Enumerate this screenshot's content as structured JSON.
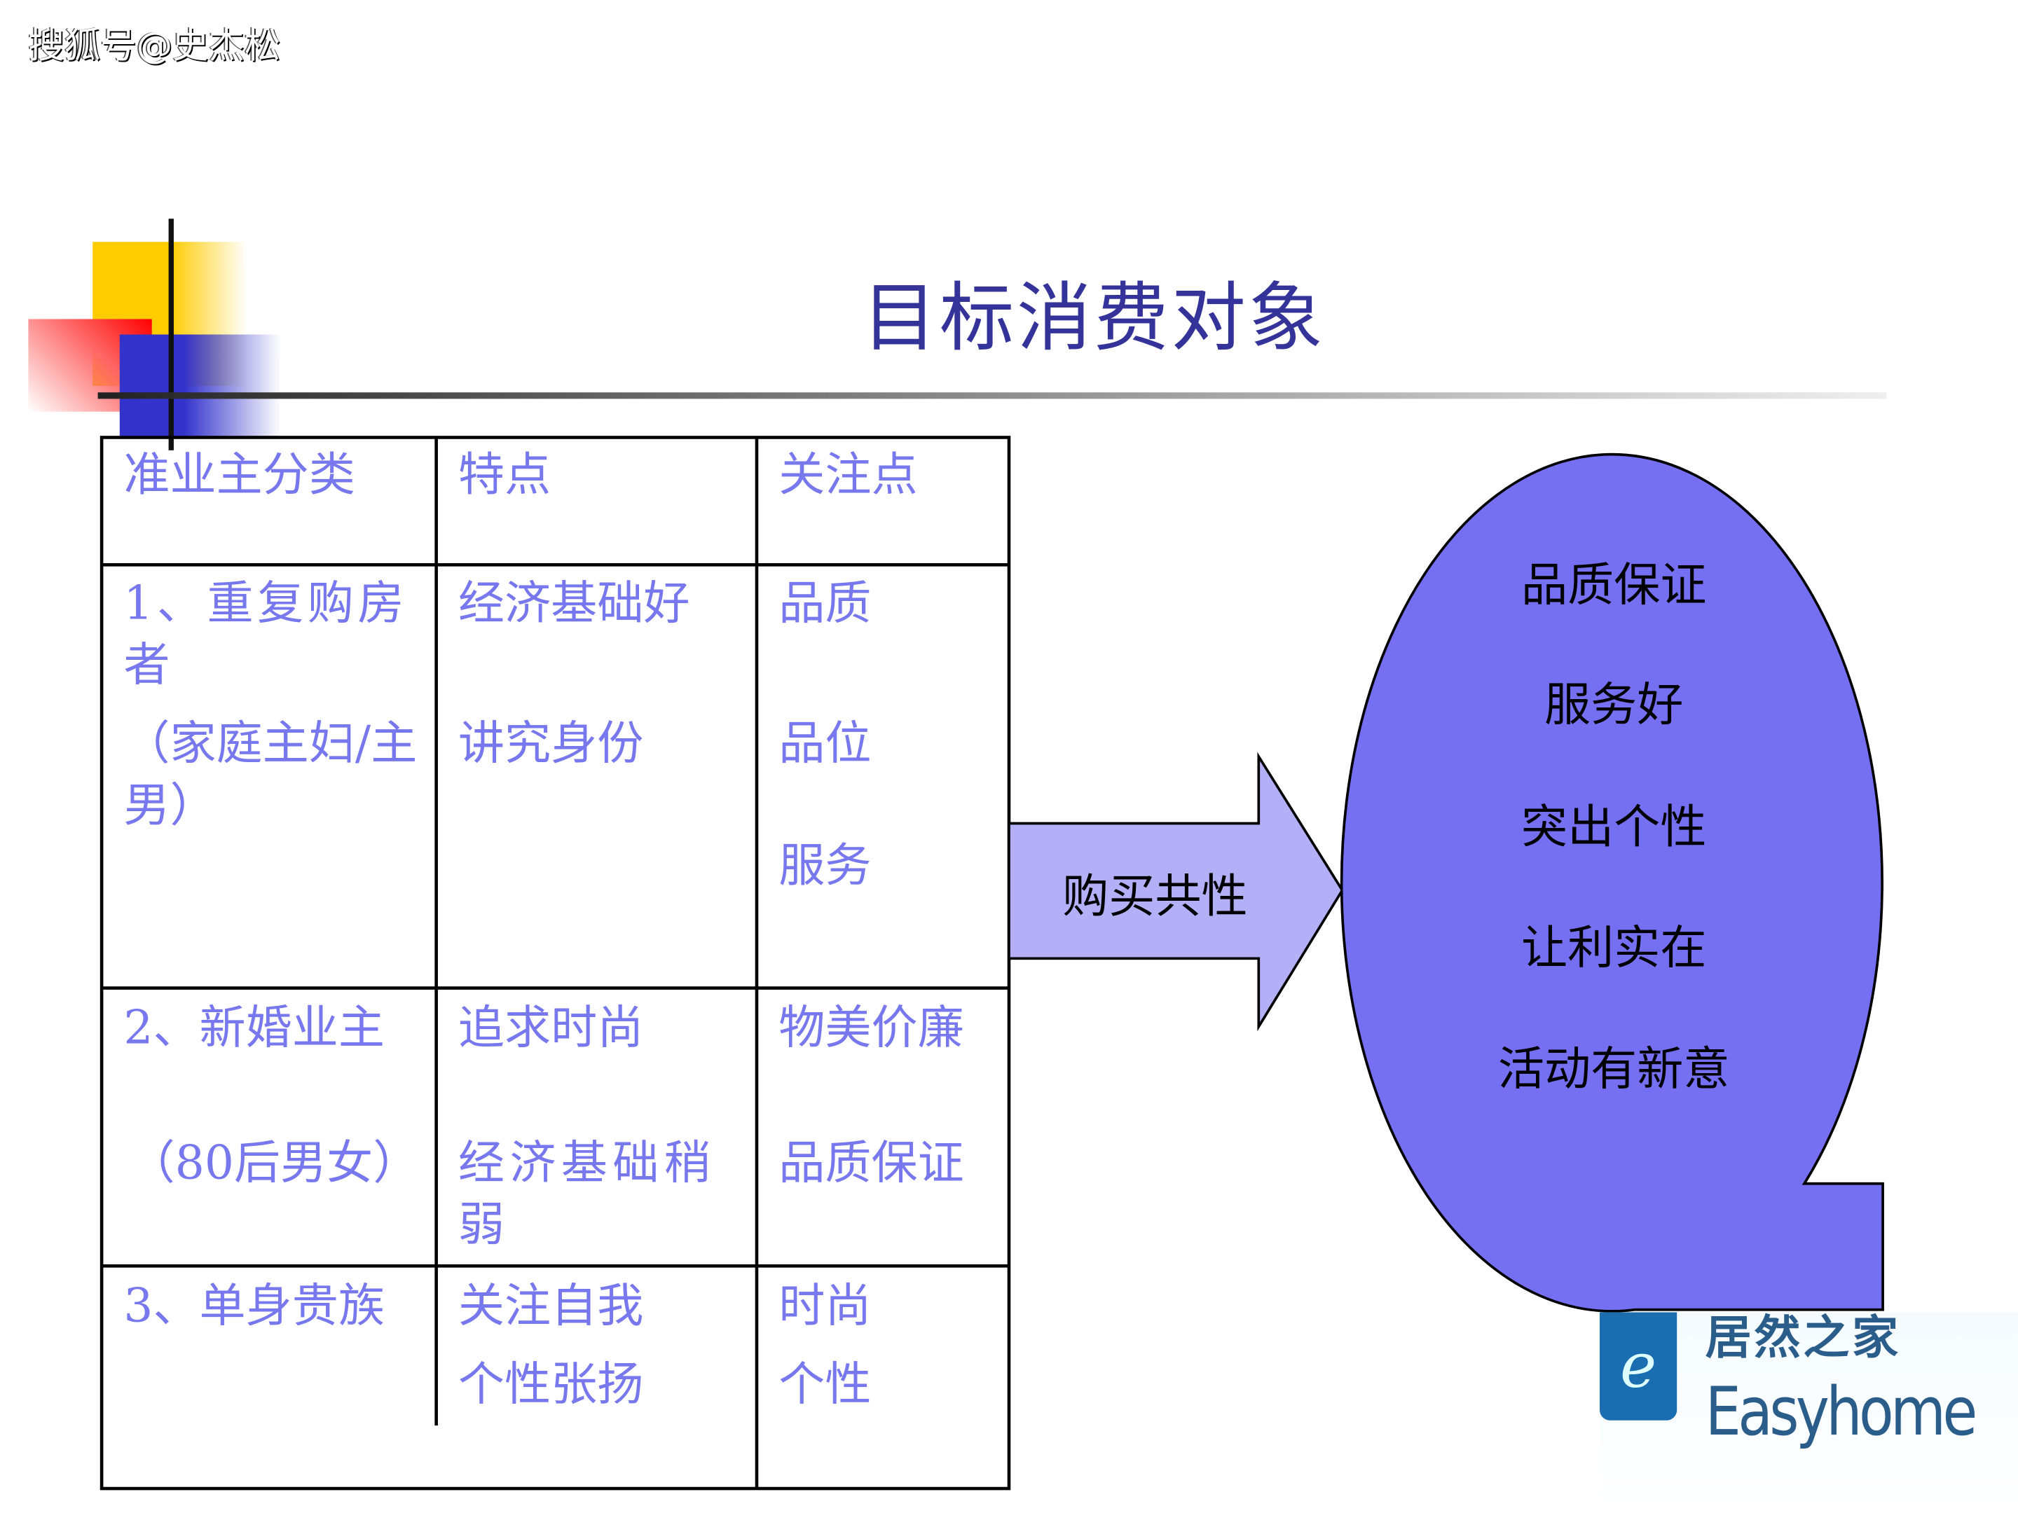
{
  "watermark": "搜狐号@史杰松",
  "title": "目标消费对象",
  "table": {
    "headers": [
      "准业主分类",
      "特点",
      "关注点"
    ],
    "rows": [
      {
        "category": [
          "1、重复购房者",
          "（家庭主妇/主男）"
        ],
        "traits": [
          "经济基础好",
          "讲究身份"
        ],
        "focus": [
          "品质",
          "品位",
          "服务"
        ]
      },
      {
        "category": [
          "2、新婚业主",
          "（80后男女）"
        ],
        "traits": [
          "追求时尚",
          "经济基础稍弱"
        ],
        "focus": [
          "物美价廉",
          "品质保证"
        ]
      },
      {
        "category": [
          "3、单身贵族"
        ],
        "traits": [
          "关注自我",
          "个性张扬"
        ],
        "focus": [
          "时尚",
          "个性"
        ]
      }
    ]
  },
  "arrow_label": "购买共性",
  "common_points": [
    "品质保证",
    "服务好",
    "突出个性",
    "让利实在",
    "活动有新意"
  ],
  "logo": {
    "cn": "居然之家",
    "en": "Easyhome"
  },
  "colors": {
    "title": "#333399",
    "table_text": "#7777ee",
    "oval": "#7570f2",
    "arrow": "#b3b0f7"
  }
}
